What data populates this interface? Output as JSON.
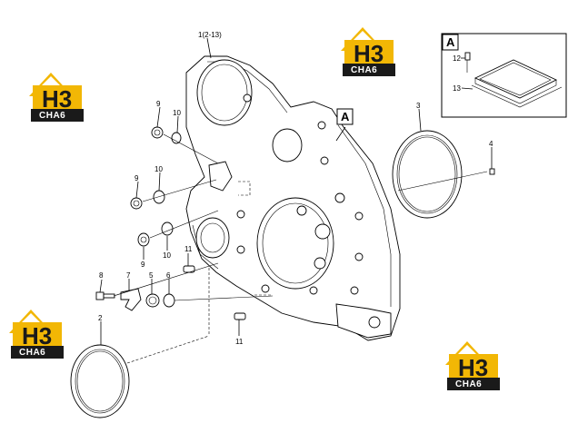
{
  "diagram": {
    "callouts": {
      "c1": "1(2-13)",
      "c2": "2",
      "c3": "3",
      "c4": "4",
      "c5": "5",
      "c6": "6",
      "c7": "7",
      "c8": "8",
      "c9a": "9",
      "c9b": "9",
      "c9c": "9",
      "c10a": "10",
      "c10b": "10",
      "c10c": "10",
      "c11a": "11",
      "c11b": "11",
      "c12": "12",
      "c13": "13"
    },
    "view_marker": "A",
    "inset_marker": "A"
  },
  "watermark": {
    "top": "H3",
    "bottom": "CHA6",
    "colors": {
      "accent": "#f2b705",
      "dark": "#1a1a1a"
    }
  }
}
